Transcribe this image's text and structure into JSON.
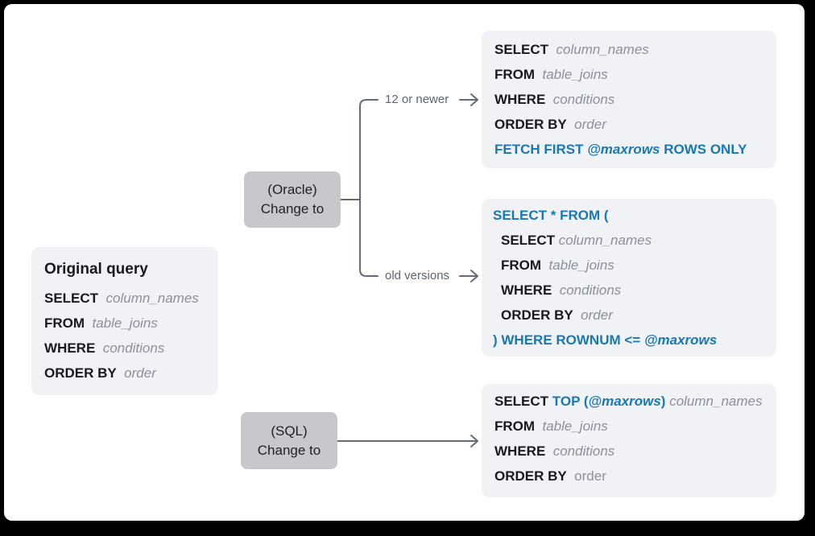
{
  "colors": {
    "frame": "#000000",
    "canvas": "#ffffff",
    "panel-bg": "#f1f2f6",
    "node-bg": "#c6c8cc",
    "text-dark": "#17191d",
    "text-muted": "#8b909a",
    "accent-blue": "#1778b4",
    "connector": "#646b74",
    "label": "#5d646e"
  },
  "original_query": {
    "title": "Original query",
    "lines": [
      {
        "segs": [
          {
            "s": "kw",
            "t": "SELECT"
          },
          {
            "s": "vi",
            "t": "  column_names"
          }
        ]
      },
      {
        "segs": [
          {
            "s": "kw",
            "t": "FROM"
          },
          {
            "s": "vi",
            "t": "  table_joins"
          }
        ]
      },
      {
        "segs": [
          {
            "s": "kw",
            "t": "WHERE"
          },
          {
            "s": "vi",
            "t": "  conditions"
          }
        ]
      },
      {
        "segs": [
          {
            "s": "kw",
            "t": "ORDER BY"
          },
          {
            "s": "vi",
            "t": "  order"
          }
        ]
      }
    ]
  },
  "transform_nodes": {
    "oracle": {
      "line1": "(Oracle)",
      "line2": "Change to"
    },
    "sql": {
      "line1": "(SQL)",
      "line2": "Change to"
    }
  },
  "branch_labels": {
    "newer": "12 or newer",
    "older": "old versions"
  },
  "queries": {
    "oracle_new": {
      "lines": [
        {
          "segs": [
            {
              "s": "kw",
              "t": "SELECT"
            },
            {
              "s": "vi",
              "t": "  column_names"
            }
          ]
        },
        {
          "segs": [
            {
              "s": "kw",
              "t": "FROM"
            },
            {
              "s": "vi",
              "t": "  table_joins"
            }
          ]
        },
        {
          "segs": [
            {
              "s": "kw",
              "t": "WHERE"
            },
            {
              "s": "vi",
              "t": "  conditions"
            }
          ]
        },
        {
          "segs": [
            {
              "s": "kw",
              "t": "ORDER BY"
            },
            {
              "s": "vi",
              "t": "  order"
            }
          ]
        },
        {
          "segs": [
            {
              "s": "bl",
              "t": "FETCH FIRST "
            },
            {
              "s": "bli",
              "t": "@maxrows"
            },
            {
              "s": "bl",
              "t": " ROWS ONLY"
            }
          ]
        }
      ]
    },
    "oracle_old": {
      "lines": [
        {
          "segs": [
            {
              "s": "bl",
              "t": "SELECT * FROM ("
            }
          ]
        },
        {
          "indent": true,
          "segs": [
            {
              "s": "kw",
              "t": "SELECT"
            },
            {
              "s": "vi",
              "t": " column_names"
            }
          ]
        },
        {
          "indent": true,
          "segs": [
            {
              "s": "kw",
              "t": "FROM"
            },
            {
              "s": "vi",
              "t": "  table_joins"
            }
          ]
        },
        {
          "indent": true,
          "segs": [
            {
              "s": "kw",
              "t": "WHERE"
            },
            {
              "s": "vi",
              "t": "  conditions"
            }
          ]
        },
        {
          "indent": true,
          "segs": [
            {
              "s": "kw",
              "t": "ORDER BY"
            },
            {
              "s": "vi",
              "t": "  order"
            }
          ]
        },
        {
          "segs": [
            {
              "s": "bl",
              "t": ") WHERE ROWNUM <= "
            },
            {
              "s": "bli",
              "t": "@maxrows"
            }
          ]
        }
      ]
    },
    "sql_top": {
      "lines": [
        {
          "segs": [
            {
              "s": "kw",
              "t": "SELECT "
            },
            {
              "s": "bl",
              "t": "TOP ("
            },
            {
              "s": "bli",
              "t": "@maxrows"
            },
            {
              "s": "bl",
              "t": ") "
            },
            {
              "s": "vi",
              "t": "column_names"
            }
          ]
        },
        {
          "segs": [
            {
              "s": "kw",
              "t": "FROM"
            },
            {
              "s": "vi",
              "t": "  table_joins"
            }
          ]
        },
        {
          "segs": [
            {
              "s": "kw",
              "t": "WHERE"
            },
            {
              "s": "vi",
              "t": "  conditions"
            }
          ]
        },
        {
          "segs": [
            {
              "s": "kw",
              "t": "ORDER BY"
            },
            {
              "s": "vg",
              "t": "  order"
            }
          ]
        }
      ]
    }
  }
}
